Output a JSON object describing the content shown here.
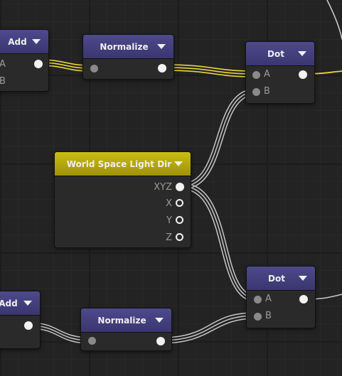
{
  "nodes": {
    "add_top": {
      "title": "Add",
      "port_a": "A",
      "port_b": "B"
    },
    "normalize_top": {
      "title": "Normalize"
    },
    "dot_top": {
      "title": "Dot",
      "port_a": "A",
      "port_b": "B"
    },
    "light_dir": {
      "title": "World Space Light Dir",
      "ports": [
        "XYZ",
        "X",
        "Y",
        "Z"
      ]
    },
    "add_bottom": {
      "title": "Add"
    },
    "normalize_bottom": {
      "title": "Normalize"
    },
    "dot_bottom": {
      "title": "Dot",
      "port_a": "A",
      "port_b": "B"
    }
  },
  "colors": {
    "vector_wire": "#e8d43c",
    "float_wire": "#c8c8c8",
    "header_purple": "#46427e",
    "header_yellow": "#c0b212"
  }
}
